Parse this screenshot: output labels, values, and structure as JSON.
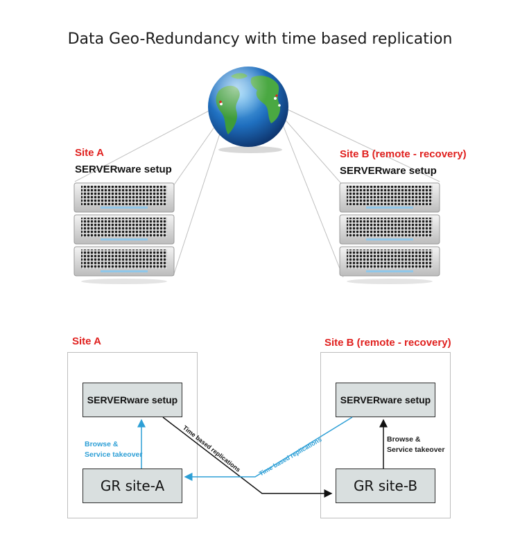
{
  "title": "Data Geo-Redundancy with time based replication",
  "top": {
    "site_a": {
      "label": "Site A",
      "setup": "SERVERware setup"
    },
    "site_b": {
      "label": "Site B (remote - recovery)",
      "setup": "SERVERware setup"
    }
  },
  "bottom": {
    "site_a": {
      "label": "Site A",
      "setup_box": "SERVERware setup",
      "gr_box": "GR site-A",
      "arrow_label": [
        "Browse &",
        "Service takeover"
      ]
    },
    "site_b": {
      "label": "Site B (remote - recovery)",
      "setup_box": "SERVERware setup",
      "gr_box": "GR site-B",
      "arrow_label": [
        "Browse &",
        "Service takeover"
      ]
    },
    "replication_a_to_b": "Time based replications",
    "replication_b_to_a": "Time based replications"
  },
  "colors": {
    "red_label": "#e0201e",
    "blue_arrow": "#2d9fd6",
    "box_fill": "#d9dfdf",
    "ocean": "#1f6fbf",
    "land": "#3e9c3a"
  },
  "icons": [
    "globe-icon",
    "server-rack-icon"
  ]
}
